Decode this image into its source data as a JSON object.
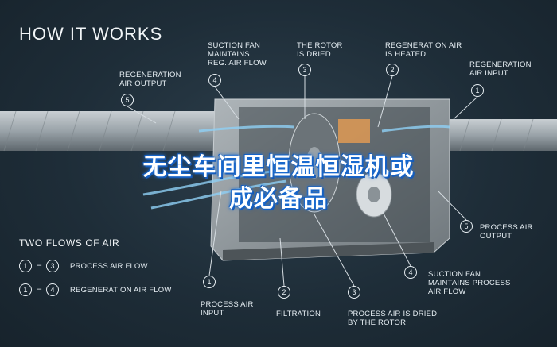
{
  "title": "HOW IT WORKS",
  "overlay": {
    "line1": "无尘车间里恒温恒湿机或",
    "line2": "成必备品"
  },
  "callouts_top": [
    {
      "num": "5",
      "text": "REGENERATION\nAIR OUTPUT"
    },
    {
      "num": "4",
      "text": "SUCTION FAN\nMAINTAINS\nREG. AIR FLOW"
    },
    {
      "num": "3",
      "text": "THE ROTOR\nIS DRIED"
    },
    {
      "num": "2",
      "text": "REGENERATION AIR\nIS HEATED"
    },
    {
      "num": "1",
      "text": "REGENERATION\nAIR INPUT"
    }
  ],
  "callouts_bottom": [
    {
      "num": "1",
      "text": "PROCESS AIR\nINPUT"
    },
    {
      "num": "2",
      "text": "FILTRATION"
    },
    {
      "num": "3",
      "text": "PROCESS AIR IS DRIED\nBY THE ROTOR"
    },
    {
      "num": "4",
      "text": "SUCTION FAN\nMAINTAINS PROCESS\nAIR FLOW"
    },
    {
      "num": "5",
      "text": "PROCESS AIR\nOUTPUT"
    }
  ],
  "legend": {
    "title": "TWO FLOWS OF AIR",
    "items": [
      {
        "from": "1",
        "to": "3",
        "label": "PROCESS AIR FLOW"
      },
      {
        "from": "1",
        "to": "4",
        "label": "REGENERATION AIR FLOW"
      }
    ]
  },
  "colors": {
    "background": "#1e2d38",
    "accent_blue": "#7fc4f0",
    "heat": "#f0a050",
    "overlay_glow": "#1b6fd6"
  }
}
